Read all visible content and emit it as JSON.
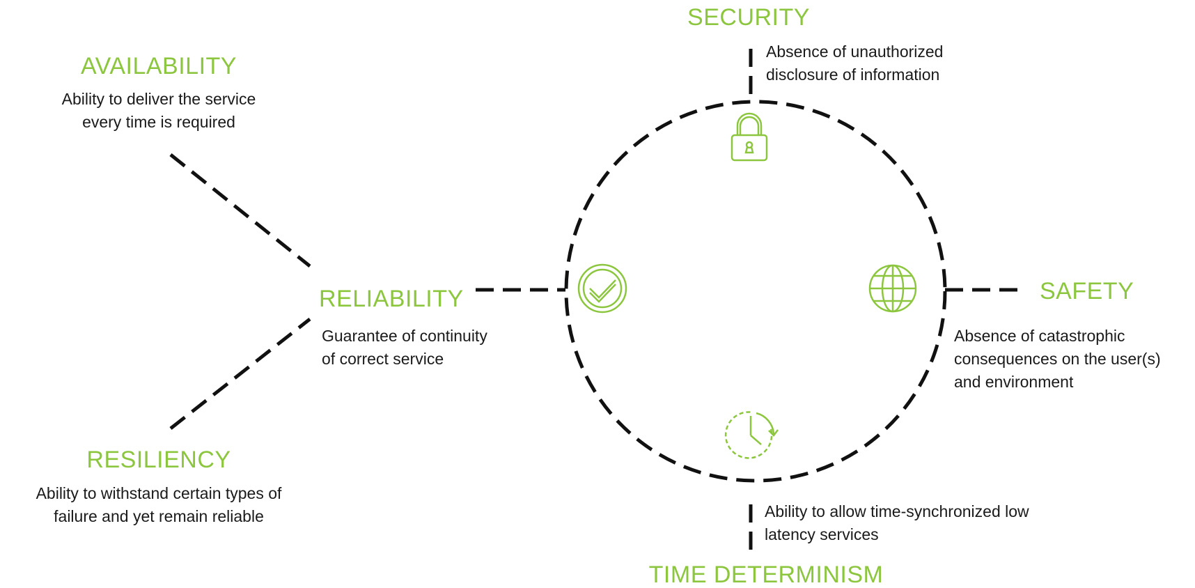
{
  "colors": {
    "accent": "#8cc63f",
    "text": "#1a1a1a",
    "line": "#111111"
  },
  "icons": {
    "security": "padlock-icon",
    "reliability": "check-circle-icon",
    "safety": "globe-icon",
    "time_determinism": "clock-icon"
  },
  "availability": {
    "title": "AVAILABILITY",
    "desc": [
      "Ability to deliver the service",
      "every time is required"
    ]
  },
  "resiliency": {
    "title": "RESILIENCY",
    "desc": [
      "Ability to withstand certain types of",
      "failure and yet remain reliable"
    ]
  },
  "reliability": {
    "title": "RELIABILITY",
    "desc": [
      "Guarantee of continuity",
      "of correct service"
    ]
  },
  "security": {
    "title": "SECURITY",
    "desc": [
      "Absence of unauthorized",
      "disclosure of information"
    ]
  },
  "safety": {
    "title": "SAFETY",
    "desc": [
      "Absence of catastrophic",
      "consequences on the user(s)",
      "and environment"
    ]
  },
  "time_determinism": {
    "title": "TIME DETERMINISM",
    "desc": [
      "Ability to allow time-synchronized low",
      "latency services"
    ]
  }
}
